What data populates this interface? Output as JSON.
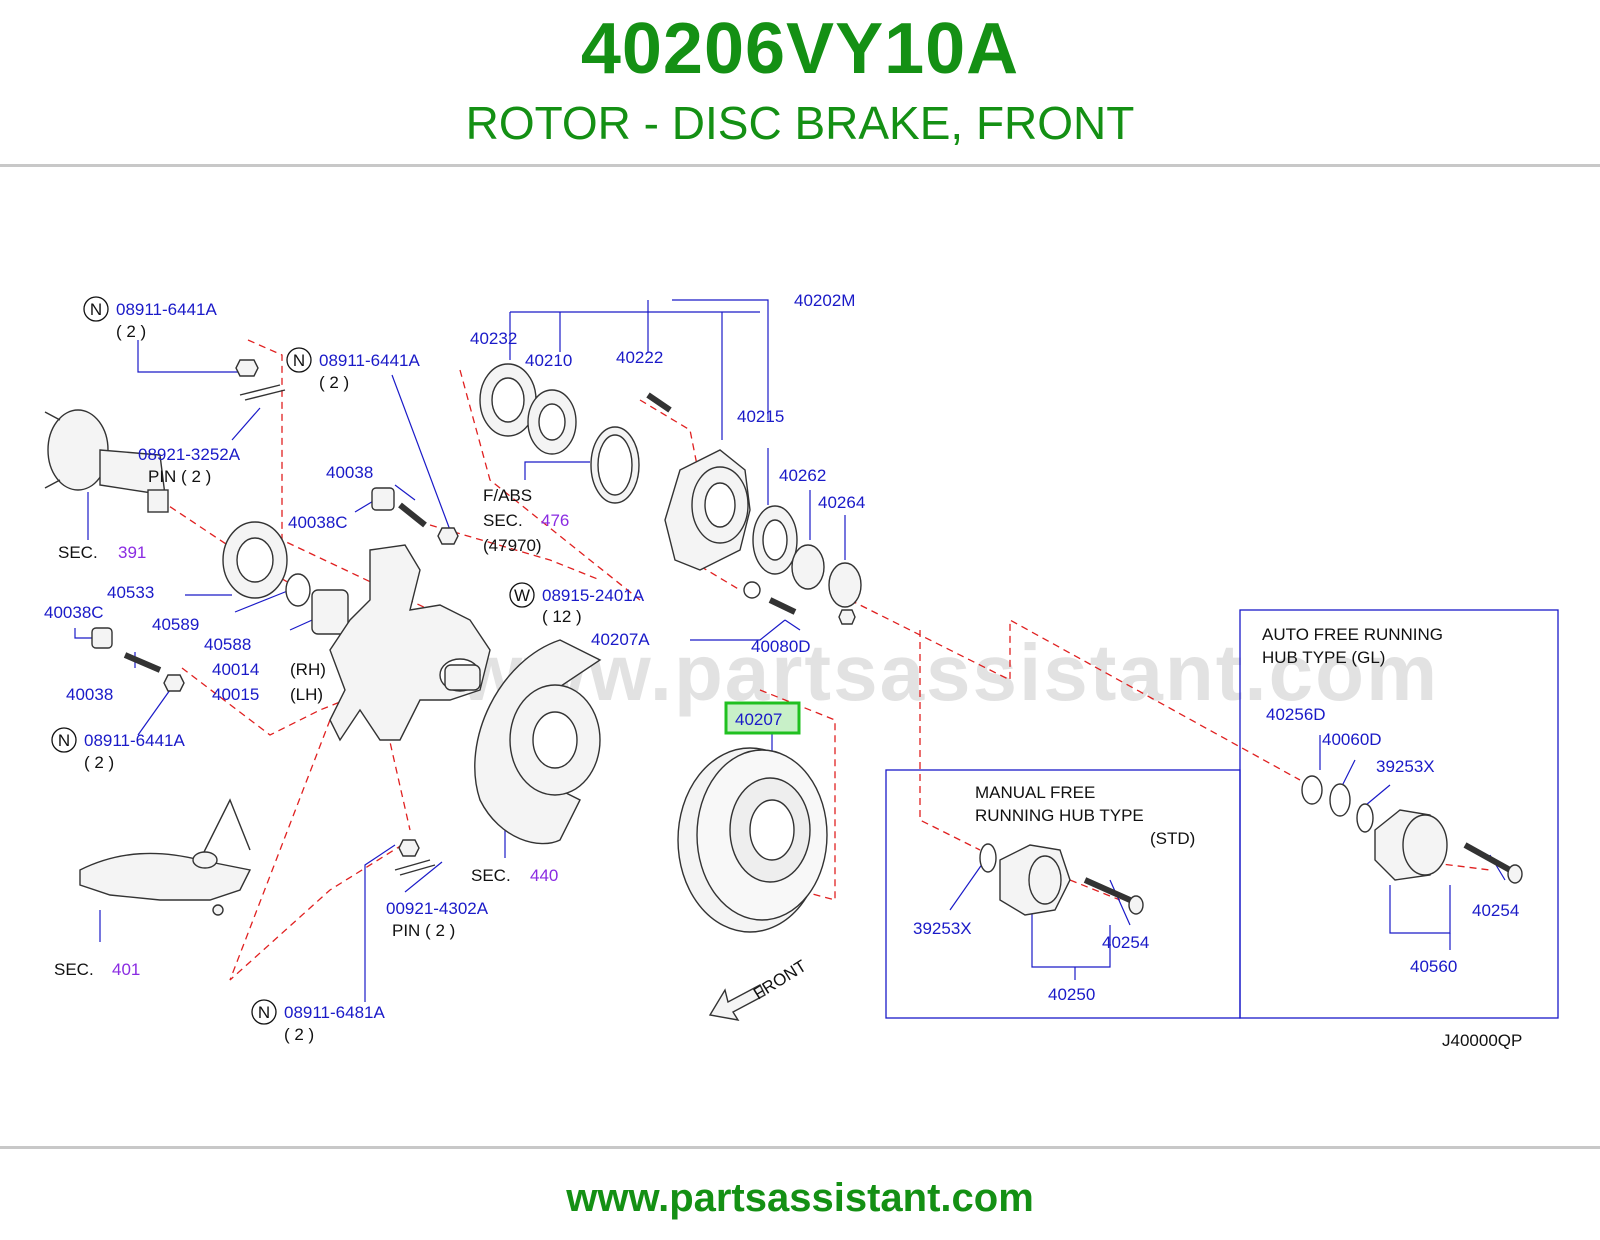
{
  "header": {
    "part_number": "40206VY10A",
    "part_title": "ROTOR - DISC BRAKE, FRONT"
  },
  "watermark": "www.partsassistant.com",
  "footer": {
    "url": "www.partsassistant.com"
  },
  "colors": {
    "brand_green": "#149014",
    "label_blue": "#1a1ac8",
    "section_purple": "#8a2be2",
    "leader_red": "#e02020",
    "highlight": "#20c020"
  },
  "diagram": {
    "code": "J40000QP",
    "highlighted_part": "40207",
    "labels": {
      "n1": "08911-6441A",
      "n1_qty": "( 2 )",
      "n2": "08911-6441A",
      "n2_qty": "( 2 )",
      "pin1": "08921-3252A",
      "pin1_txt": "PIN   ( 2 )",
      "p40038a": "40038",
      "p40038c_a": "40038C",
      "sec391_a": "SEC.",
      "sec391_b": "391",
      "p40533": "40533",
      "p40038c_b": "40038C",
      "p40589": "40589",
      "p40588": "40588",
      "p40014": "40014",
      "rh": "(RH)",
      "p40015": "40015",
      "lh": "(LH)",
      "p40038b": "40038",
      "n3": "08911-6441A",
      "n3_qty": "( 2 )",
      "p40232": "40232",
      "p40210": "40210",
      "p40222": "40222",
      "p40202m": "40202M",
      "p40215": "40215",
      "p40262": "40262",
      "p40264": "40264",
      "fabs": "F/ABS",
      "sec476_a": "SEC.",
      "sec476_b": "476",
      "p47970": "(47970)",
      "w1": "08915-2401A",
      "w1_qty": "( 12 )",
      "p40207a": "40207A",
      "p40080d": "40080D",
      "p40207": "40207",
      "sec440_a": "SEC.",
      "sec440_b": "440",
      "pin2": "00921-4302A",
      "pin2_txt": "PIN   ( 2 )",
      "n4": "08911-6481A",
      "n4_qty": "( 2 )",
      "sec401_a": "SEC.",
      "sec401_b": "401",
      "front": "FRONT",
      "auto1": "AUTO  FREE  RUNNING",
      "auto2": "HUB  TYPE  (GL)",
      "manual1": "MANUAL  FREE",
      "manual2": "RUNNING  HUB  TYPE",
      "manual3": "(STD)",
      "p40256d": "40256D",
      "p40060d": "40060D",
      "p39253x_a": "39253X",
      "p40254_a": "40254",
      "p40560": "40560",
      "p39253x_b": "39253X",
      "p40254_b": "40254",
      "p40250": "40250",
      "circle_n": "N",
      "circle_w": "W"
    }
  }
}
